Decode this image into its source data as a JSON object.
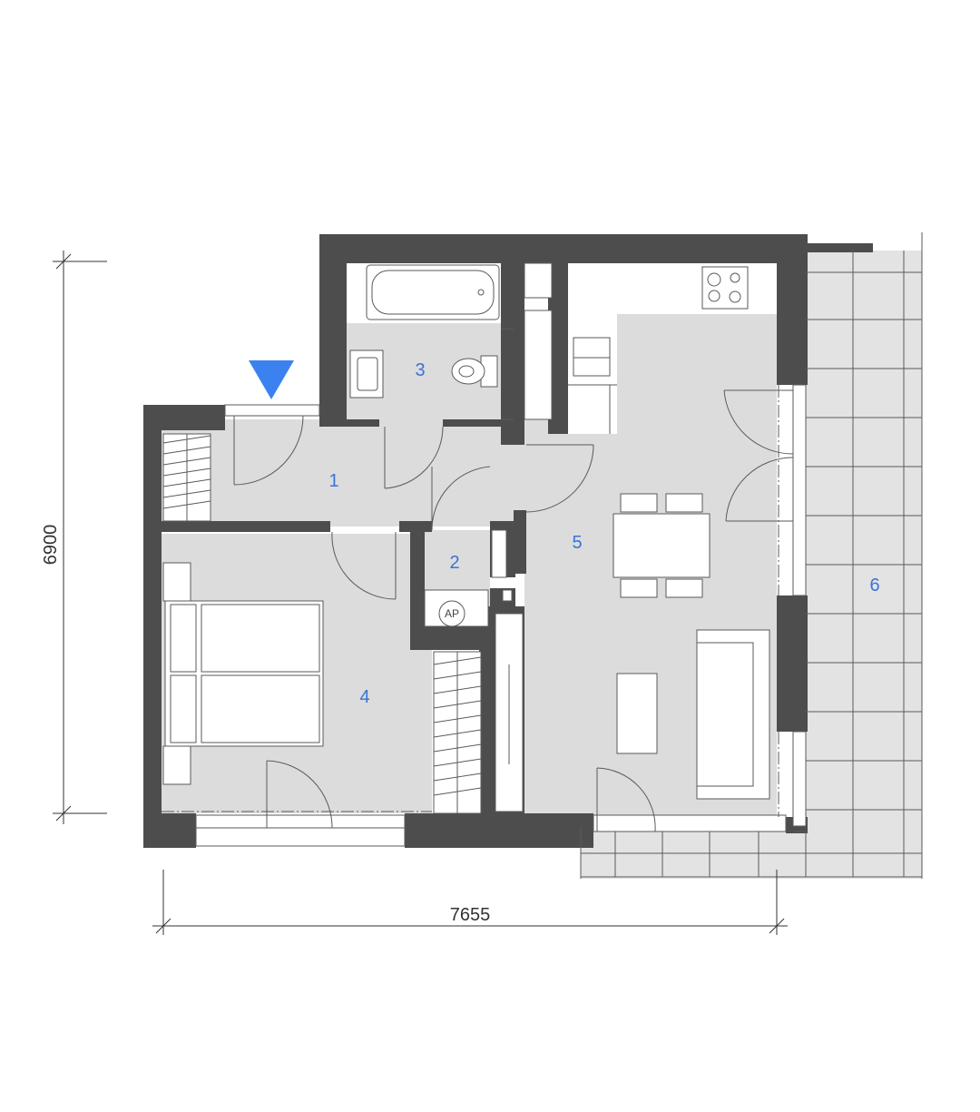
{
  "rooms": [
    {
      "id": "1"
    },
    {
      "id": "2"
    },
    {
      "id": "3"
    },
    {
      "id": "4"
    },
    {
      "id": "5"
    },
    {
      "id": "6"
    }
  ],
  "dimensions": {
    "width_label": "7655",
    "height_label": "6900"
  },
  "fixtures": {
    "utility_label": "AP"
  },
  "colors": {
    "wall": "#4d4d4d",
    "floor": "#dcdcdc",
    "room_number": "#3a73d8",
    "entrance_marker": "#3b82f0"
  },
  "icons": {
    "entrance": "entrance-arrow-icon"
  }
}
